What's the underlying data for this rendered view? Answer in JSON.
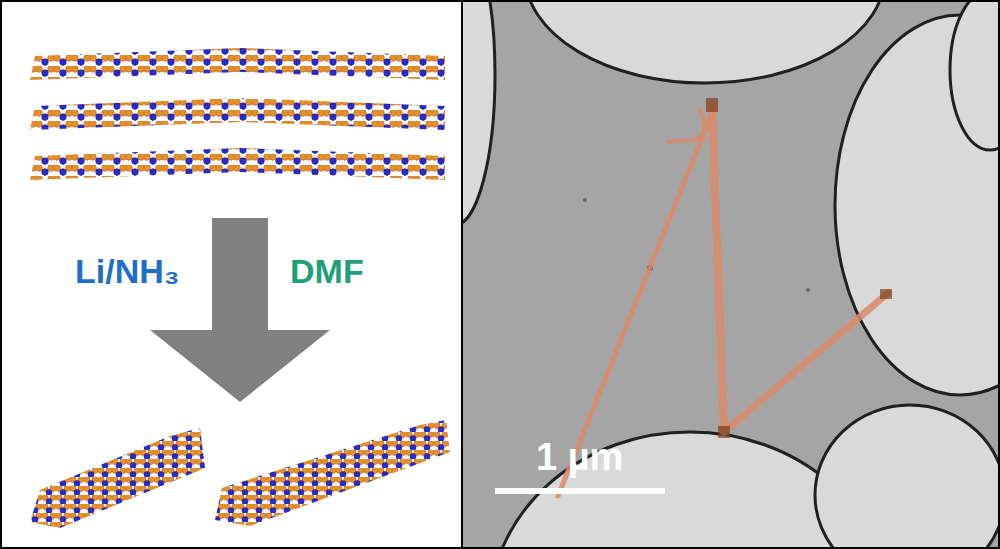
{
  "diagram": {
    "labels": [
      "Li/NH₃",
      "DMF",
      "1 µm"
    ]
  }
}
